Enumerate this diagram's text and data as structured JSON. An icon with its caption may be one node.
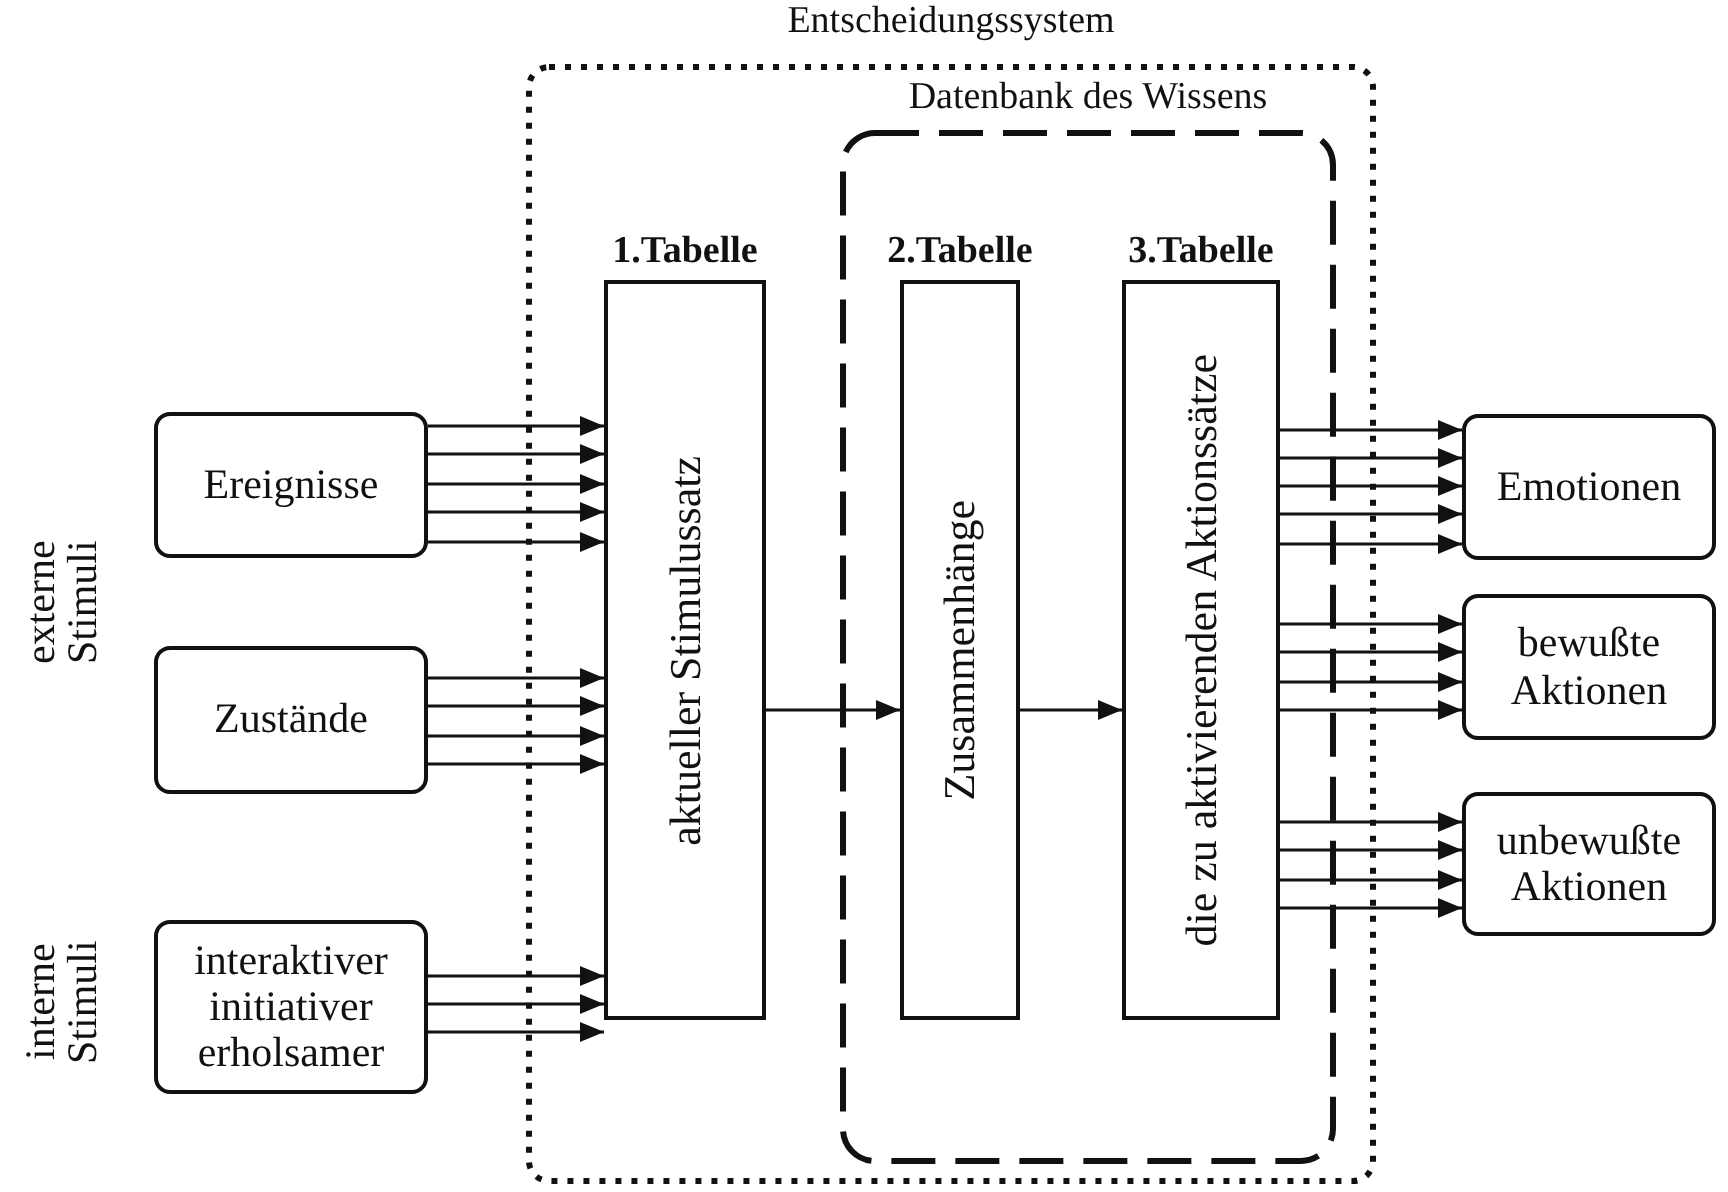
{
  "diagram": {
    "nodes": [
      {
        "text": [
          "Entscheidungssystem"
        ]
      },
      {
        "text": [
          "Datenbank des Wissens"
        ],
        "in": 0
      },
      {
        "text": [
          "1.Tabelle",
          "aktueller Stimulussatz"
        ],
        "in": 0
      },
      {
        "text": [
          "2.Tabelle",
          "Zusammenhänge"
        ],
        "in": 1
      },
      {
        "text": [
          "3.Tabelle",
          "die zu aktivierenden Aktionssätze"
        ],
        "in": 1
      },
      {
        "text": [
          "Ereignisse"
        ]
      },
      {
        "text": [
          "Zustände"
        ]
      },
      {
        "text": [
          "interaktiver initiativer erholsamer"
        ]
      },
      {
        "text": [
          "Emotionen"
        ]
      },
      {
        "text": [
          "bewußte Aktionen"
        ]
      },
      {
        "text": [
          "unbewußte Aktionen"
        ]
      }
    ],
    "edges": [
      {
        "from": 5,
        "to": 2,
        "arrow": "to"
      },
      {
        "from": 5,
        "to": 2,
        "arrow": "to"
      },
      {
        "from": 5,
        "to": 2,
        "arrow": "to"
      },
      {
        "from": 5,
        "to": 2,
        "arrow": "to"
      },
      {
        "from": 5,
        "to": 2,
        "arrow": "to"
      },
      {
        "from": 6,
        "to": 2,
        "arrow": "to"
      },
      {
        "from": 6,
        "to": 2,
        "arrow": "to"
      },
      {
        "from": 6,
        "to": 2,
        "arrow": "to"
      },
      {
        "from": 6,
        "to": 2,
        "arrow": "to"
      },
      {
        "from": 7,
        "to": 2,
        "arrow": "to"
      },
      {
        "from": 7,
        "to": 2,
        "arrow": "to"
      },
      {
        "from": 7,
        "to": 2,
        "arrow": "to"
      },
      {
        "from": 2,
        "to": 3,
        "arrow": "to"
      },
      {
        "from": 3,
        "to": 4,
        "arrow": "to"
      },
      {
        "from": 4,
        "to": 8,
        "arrow": "to"
      },
      {
        "from": 4,
        "to": 8,
        "arrow": "to"
      },
      {
        "from": 4,
        "to": 8,
        "arrow": "to"
      },
      {
        "from": 4,
        "to": 8,
        "arrow": "to"
      },
      {
        "from": 4,
        "to": 8,
        "arrow": "to"
      },
      {
        "from": 4,
        "to": 9,
        "arrow": "to"
      },
      {
        "from": 4,
        "to": 9,
        "arrow": "to"
      },
      {
        "from": 4,
        "to": 9,
        "arrow": "to"
      },
      {
        "from": 4,
        "to": 9,
        "arrow": "to"
      },
      {
        "from": 4,
        "to": 10,
        "arrow": "to"
      },
      {
        "from": 4,
        "to": 10,
        "arrow": "to"
      },
      {
        "from": 4,
        "to": 10,
        "arrow": "to"
      },
      {
        "from": 4,
        "to": 10,
        "arrow": "to"
      }
    ],
    "labels": [
      "externe Stimuli",
      "interne Stimuli"
    ]
  }
}
